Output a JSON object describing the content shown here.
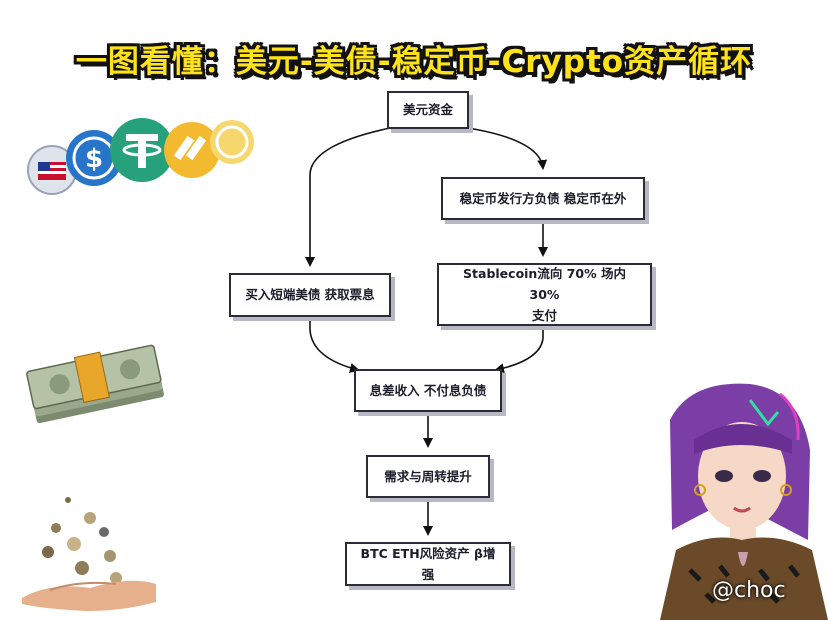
{
  "title": "一图看懂：美元-美债-稳定币-Crypto资产循环",
  "nodes": {
    "usd_funds": "美元资金",
    "stablecoin_issuer": "稳定币发行方负债 稳定币在外",
    "buy_tbills": "买入短端美债 获取票息",
    "stablecoin_flow_line1": "Stablecoin流向 70% 场内 30%",
    "stablecoin_flow_line2": "支付",
    "spread_income": "息差收入 不付息负债",
    "demand_turnover": "需求与周转提升",
    "risk_assets": "BTC ETH风险资产 β增强"
  },
  "watermark": "@choc",
  "colors": {
    "title_fill": "#ffe21a",
    "box_border": "#2b2b3a",
    "arrow": "#111111"
  }
}
